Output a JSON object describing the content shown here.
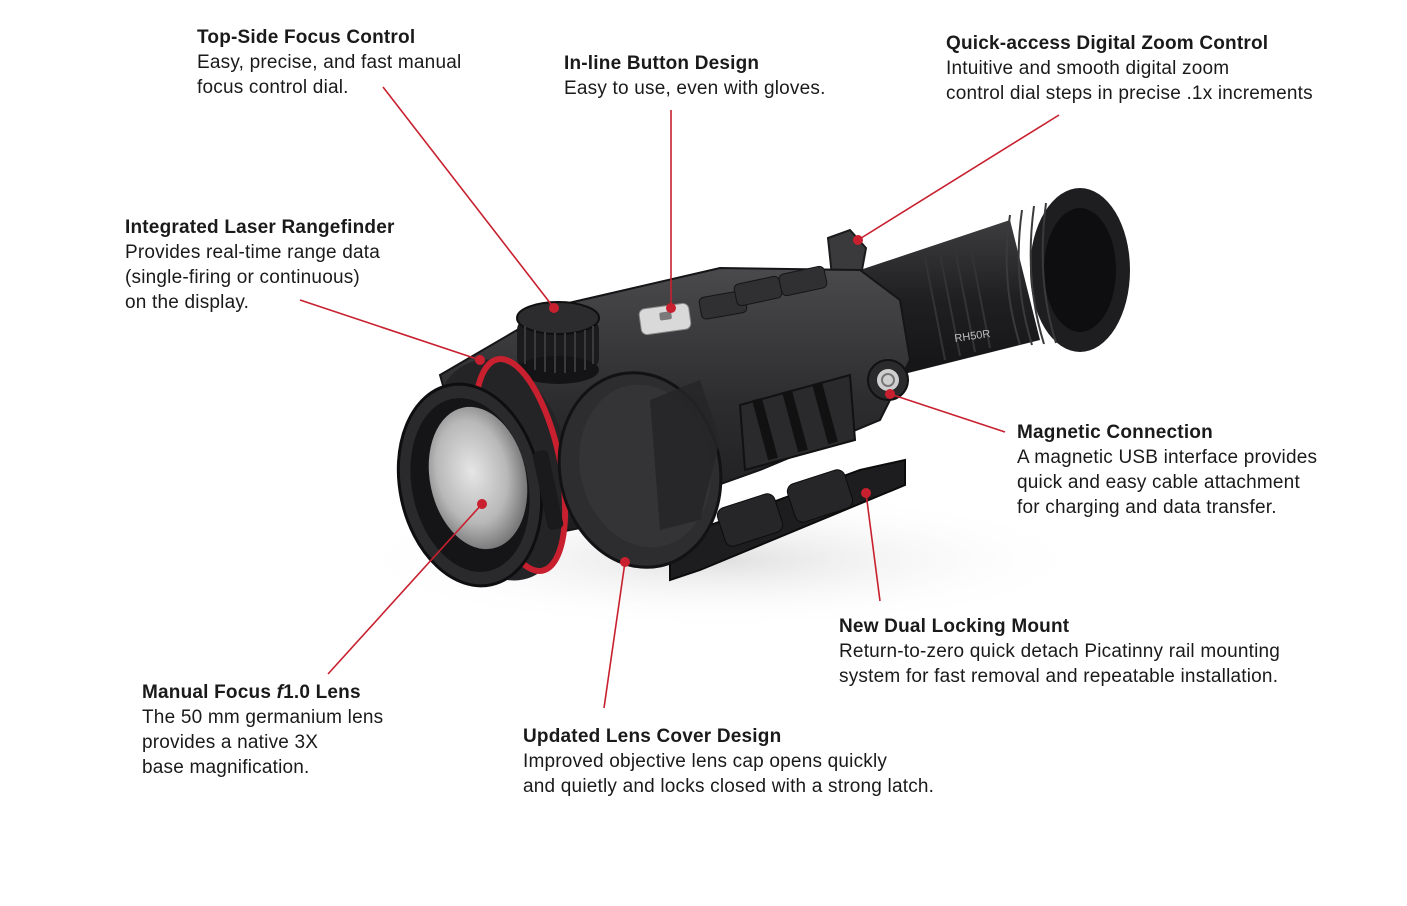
{
  "callouts": {
    "focus_control": {
      "title": "Top-Side Focus Control",
      "desc": "Easy, precise, and fast manual\nfocus control dial."
    },
    "button_design": {
      "title": "In-line Button Design",
      "desc": "Easy to use, even with gloves."
    },
    "digital_zoom": {
      "title": "Quick-access Digital Zoom Control",
      "desc": "Intuitive and smooth digital zoom\ncontrol dial steps in precise .1x increments"
    },
    "rangefinder": {
      "title": "Integrated Laser Rangefinder",
      "desc": "Provides real-time range data\n(single-firing or continuous)\non the display."
    },
    "magnetic": {
      "title": "Magnetic Connection",
      "desc": "A magnetic USB interface provides\nquick and easy cable attachment\nfor charging and data transfer."
    },
    "mount": {
      "title": "New Dual Locking Mount",
      "desc": "Return-to-zero quick detach Picatinny rail mounting\nsystem for fast removal and repeatable installation."
    },
    "lens": {
      "title_prefix": "Manual Focus ",
      "title_italic": "f",
      "title_suffix": "1.0 Lens",
      "desc": "The 50 mm germanium lens\nprovides a native 3X\nbase magnification."
    },
    "lens_cover": {
      "title": "Updated Lens Cover Design",
      "desc": "Improved objective lens cap opens quickly\nand quietly and locks closed with a strong latch."
    }
  },
  "product": {
    "model_mark": "RH50R"
  },
  "colors": {
    "accent": "#c8202f",
    "body": "#2b2b2d",
    "text": "#1a1a1a"
  }
}
